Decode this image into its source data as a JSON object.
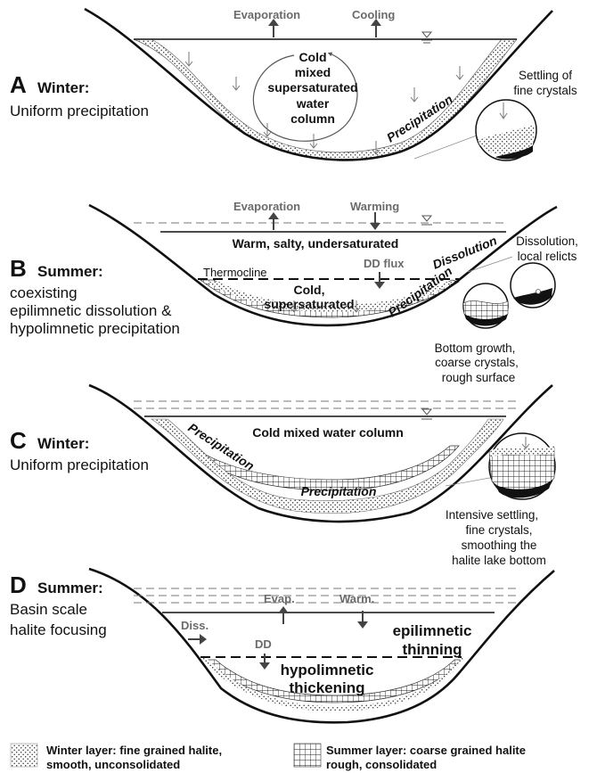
{
  "panels": {
    "a": {
      "letter": "A",
      "season": "Winter:",
      "subtitle": "Uniform precipitation",
      "evaporation": "Evaporation",
      "cooling": "Cooling",
      "column_1": "Cold",
      "column_2": "mixed",
      "column_3": "supersaturated",
      "column_4": "water",
      "column_5": "column",
      "precipitation": "Precipitation",
      "settling_1": "Settling of",
      "settling_2": "fine crystals"
    },
    "b": {
      "letter": "B",
      "season": "Summer:",
      "subtitle_1": "coexisting",
      "subtitle_2": "epilimnetic dissolution &",
      "subtitle_3": "hypolimnetic precipitation",
      "evaporation": "Evaporation",
      "warming": "Warming",
      "upper_layer": "Warm, salty, undersaturated",
      "thermocline": "Thermocline",
      "dd_flux": "DD flux",
      "dissolution": "Dissolution",
      "lower_layer_1": "Cold,",
      "lower_layer_2": "supersaturated",
      "precipitation": "Precipitation",
      "relicts_1": "Dissolution,",
      "relicts_2": "local relicts",
      "growth_1": "Bottom growth,",
      "growth_2": "coarse crystals,",
      "growth_3": "rough surface"
    },
    "c": {
      "letter": "C",
      "season": "Winter:",
      "subtitle": "Uniform precipitation",
      "column": "Cold mixed water column",
      "precipitation_slope": "Precipitation",
      "precipitation_floor": "Precipitation",
      "settling_1": "Intensive settling,",
      "settling_2": "fine crystals,",
      "settling_3": "smoothing the",
      "settling_4": "halite lake bottom"
    },
    "d": {
      "letter": "D",
      "season": "Summer:",
      "subtitle_1": "Basin scale",
      "subtitle_2": "halite focusing",
      "evap": "Evap.",
      "warm": "Warm.",
      "diss": "Diss.",
      "dd": "DD",
      "epi_1": "epilimnetic",
      "epi_2": "thinning",
      "hypo_1": "hypolimnetic",
      "hypo_2": "thickening"
    }
  },
  "legend": {
    "winter_1": "Winter layer: fine grained halite,",
    "winter_2": "smooth, unconsolidated",
    "summer_1": "Summer layer: coarse grained halite",
    "summer_2": "rough, consolidated"
  },
  "colors": {
    "label_grey": "#6b6b6b",
    "outline": "#111111",
    "bed_dark": "#1a1a1a"
  }
}
